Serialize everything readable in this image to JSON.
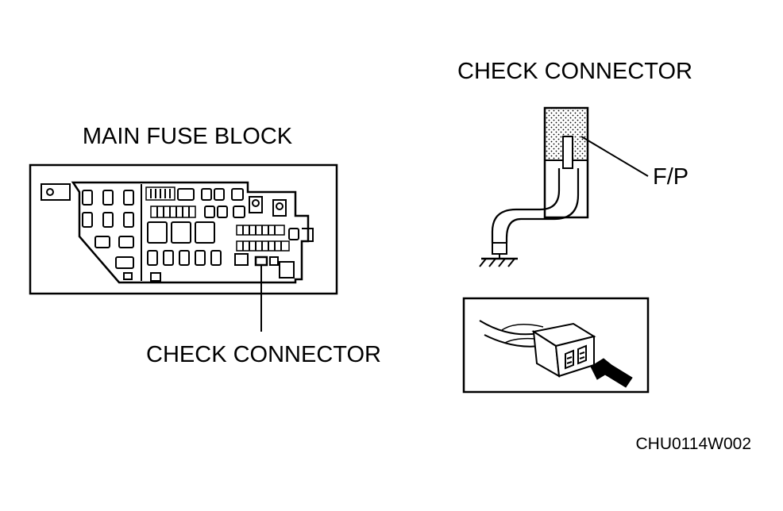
{
  "labels": {
    "main_fuse_block": "MAIN FUSE BLOCK",
    "check_connector_fuse": "CHECK CONNECTOR",
    "check_connector_detail": "CHECK CONNECTOR",
    "fp_terminal": "F/P",
    "figure_code": "CHU0114W002"
  },
  "colors": {
    "ink": "#000000",
    "paper": "#ffffff"
  }
}
